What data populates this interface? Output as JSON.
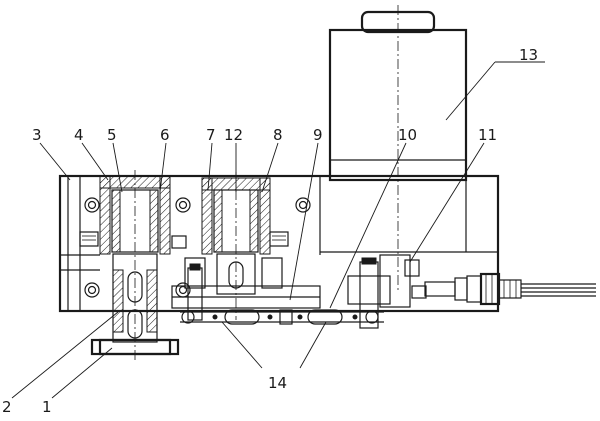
{
  "labels": {
    "l1": "1",
    "l2": "2",
    "l3": "3",
    "l4": "4",
    "l5": "5",
    "l6": "6",
    "l7": "7",
    "l12": "12",
    "l8": "8",
    "l9": "9",
    "l10": "10",
    "l11": "11",
    "l13": "13",
    "l14": "14"
  }
}
